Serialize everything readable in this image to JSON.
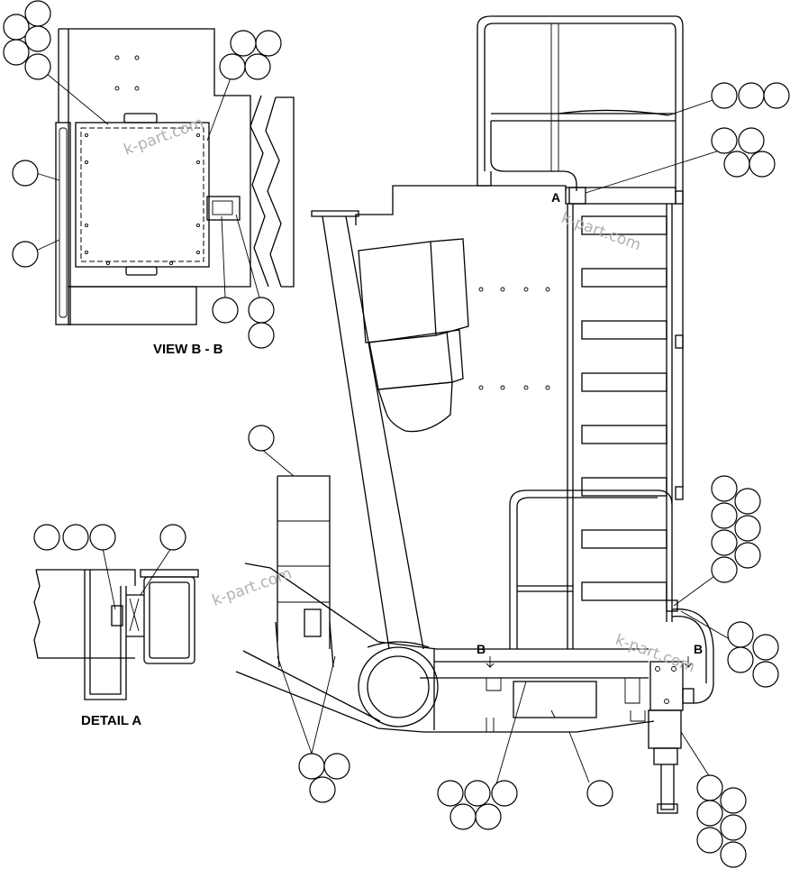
{
  "labels": {
    "view_bb": "VIEW B - B",
    "detail_a": "DETAIL A"
  },
  "section_marks": {
    "a": "A",
    "b_left": "B",
    "b_right": "B"
  },
  "watermark": "k-part.com",
  "colors": {
    "line": "#000000",
    "background": "#ffffff",
    "watermark": "#b0b0b0"
  }
}
